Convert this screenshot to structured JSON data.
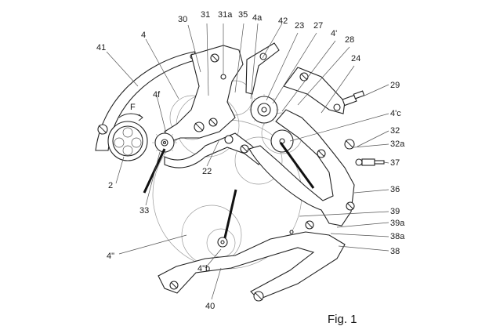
{
  "figure": {
    "caption": "Fig. 1",
    "labels": {
      "l41": "41",
      "l4": "4",
      "l30": "30",
      "l31": "31",
      "l31a": "31a",
      "l35": "35",
      "l4a": "4a",
      "l42": "42",
      "l23": "23",
      "l27": "27",
      "l4p": "4'",
      "l28": "28",
      "l24": "24",
      "l29": "29",
      "lF": "F",
      "l4f": "4f",
      "l4c": "4'c",
      "l32": "32",
      "l32a": "32a",
      "l37": "37",
      "l2": "2",
      "l22": "22",
      "l33": "33",
      "l36": "36",
      "l39": "39",
      "l39a": "39a",
      "l38a": "38a",
      "l4pp": "4\"",
      "l38": "38",
      "l4ppb": "4\"b",
      "l40": "40"
    }
  }
}
